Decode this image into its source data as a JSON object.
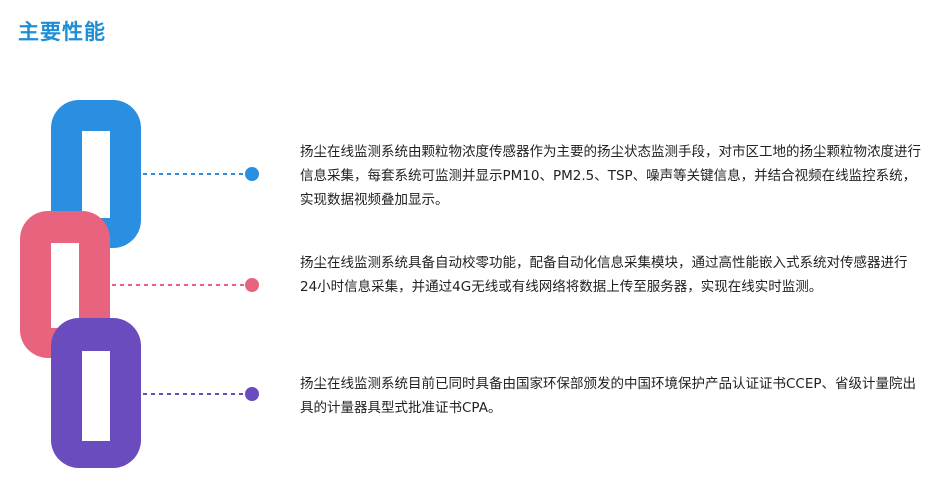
{
  "heading": "主要性能",
  "colors": {
    "heading": "#1e8fd5",
    "link_blue": "#2a8fe0",
    "link_pink": "#e8647e",
    "link_purple": "#6a4cbf"
  },
  "features": [
    {
      "text": "扬尘在线监测系统由颗粒物浓度传感器作为主要的扬尘状态监测手段，对市区工地的扬尘颗粒物浓度进行信息采集，每套系统可监测并显示PM10、PM2.5、TSP、噪声等关键信息，并结合视频在线监控系统，实现数据视频叠加显示。"
    },
    {
      "text": "扬尘在线监测系统具备自动校零功能，配备自动化信息采集模块，通过高性能嵌入式系统对传感器进行24小时信息采集，并通过4G无线或有线网络将数据上传至服务器，实现在线实时监测。"
    },
    {
      "text": "扬尘在线监测系统目前已同时具备由国家环保部颁发的中国环境保护产品认证证书CCEP、省级计量院出具的计量器具型式批准证书CPA。"
    }
  ]
}
